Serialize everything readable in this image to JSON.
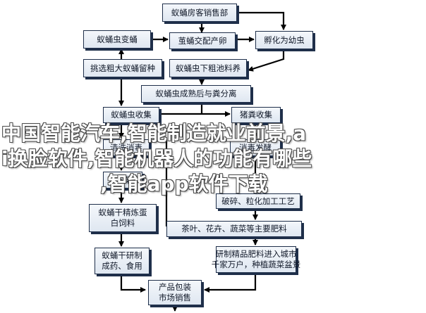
{
  "nodes": {
    "ant_sales": {
      "lines": [
        "蚁蛹房客销售部"
      ]
    },
    "ant_transform": {
      "lines": [
        "蚁蛹虫变蛹"
      ]
    },
    "cocoon_produce": {
      "lines": [
        "茧蛹交配产卵"
      ]
    },
    "hatch_larva": {
      "lines": [
        "孵化为幼虫"
      ]
    },
    "select_stay": {
      "lines": [
        "挑选粗大蚁蛹留种"
      ]
    },
    "pupa_drop_pool": {
      "lines": [
        "蚁蛹虫下粗池料养"
      ]
    },
    "pupa_grow_feed": {
      "lines": [
        "蚁蛹虫成熟后与粪分离"
      ]
    },
    "pupa_collect": {
      "lines": [
        "蚁蛹虫收集"
      ]
    },
    "manure_collect": {
      "lines": [
        "猪粪收集"
      ]
    },
    "clean_kill": {
      "lines": [
        "清洗消毒"
      ]
    },
    "dry": {
      "lines": [
        "干燥"
      ]
    },
    "fermented": {
      "lines": [
        "消毒发酵"
      ]
    },
    "crush_bag": {
      "lines": [
        "破碎、粒化加工工艺"
      ]
    },
    "protein": {
      "lines": [
        "蚁蛹干精炼蛋",
        "白饲料"
      ]
    },
    "fertilizer": {
      "lines": [
        "茶叶、花卉、蔬菜等主要肥料"
      ]
    },
    "feed_made": {
      "lines": [
        "蚁蛹干研制",
        "成药、食用"
      ]
    },
    "organic_market": {
      "lines": [
        "研制精品肥料进入城市",
        "千家万户，种植蔬菜盆景"
      ]
    },
    "product_pack": {
      "lines": [
        "产品包装",
        "市场销售"
      ]
    }
  },
  "overlay": {
    "line1": "中国智能汽车,智能制造就业前景,a",
    "line2": "i换脸软件,智能机器人的功能有哪些",
    "line3": ",智能app软件下载"
  },
  "colors": {
    "box_fill_top": "#f4f7fb",
    "box_fill_bottom": "#dfe7f1",
    "box_border": "#1f2f4a",
    "arrow": "#000000"
  }
}
